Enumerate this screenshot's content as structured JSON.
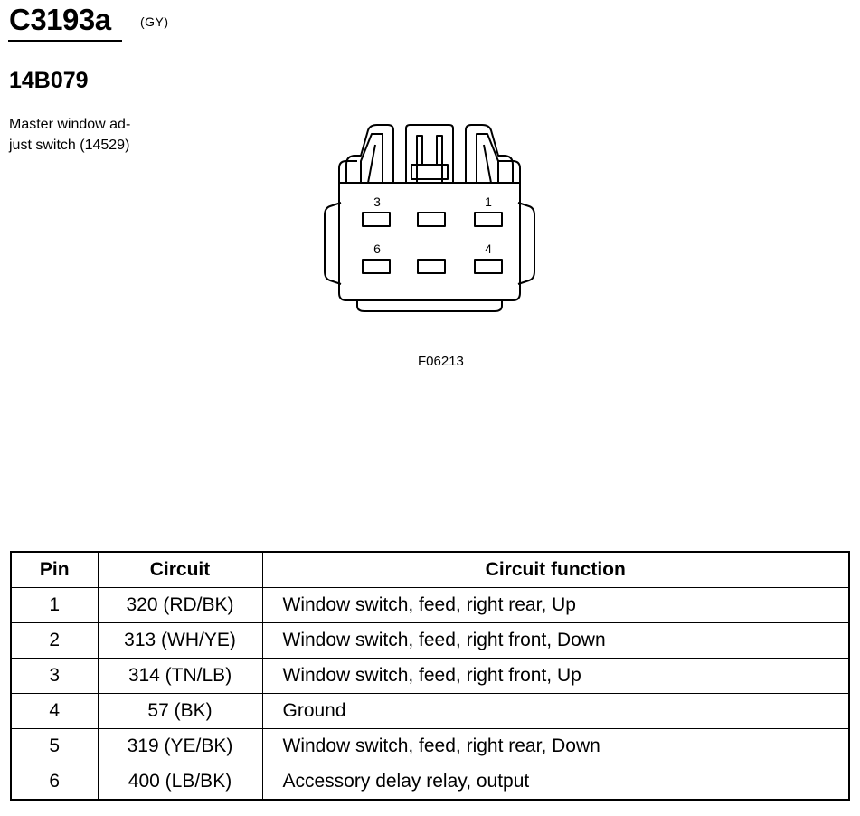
{
  "header": {
    "connector_id": "C3193a",
    "color_code": "(GY)",
    "part_number": "14B079",
    "description_line1": "Master window ad-",
    "description_line2": "just switch (14529)"
  },
  "figure": {
    "figure_id": "F06213",
    "pin_labels": {
      "top_left": "3",
      "top_right": "1",
      "bottom_left": "6",
      "bottom_right": "4"
    }
  },
  "table": {
    "columns": [
      "Pin",
      "Circuit",
      "Circuit function"
    ],
    "rows": [
      {
        "pin": "1",
        "circuit": "320 (RD/BK)",
        "function": "Window switch, feed, right rear, Up"
      },
      {
        "pin": "2",
        "circuit": "313 (WH/YE)",
        "function": "Window switch, feed, right front, Down"
      },
      {
        "pin": "3",
        "circuit": "314 (TN/LB)",
        "function": "Window switch, feed, right front, Up"
      },
      {
        "pin": "4",
        "circuit": "57 (BK)",
        "function": "Ground"
      },
      {
        "pin": "5",
        "circuit": "319 (YE/BK)",
        "function": "Window switch, feed, right rear, Down"
      },
      {
        "pin": "6",
        "circuit": "400 (LB/BK)",
        "function": "Accessory delay relay, output"
      }
    ]
  }
}
